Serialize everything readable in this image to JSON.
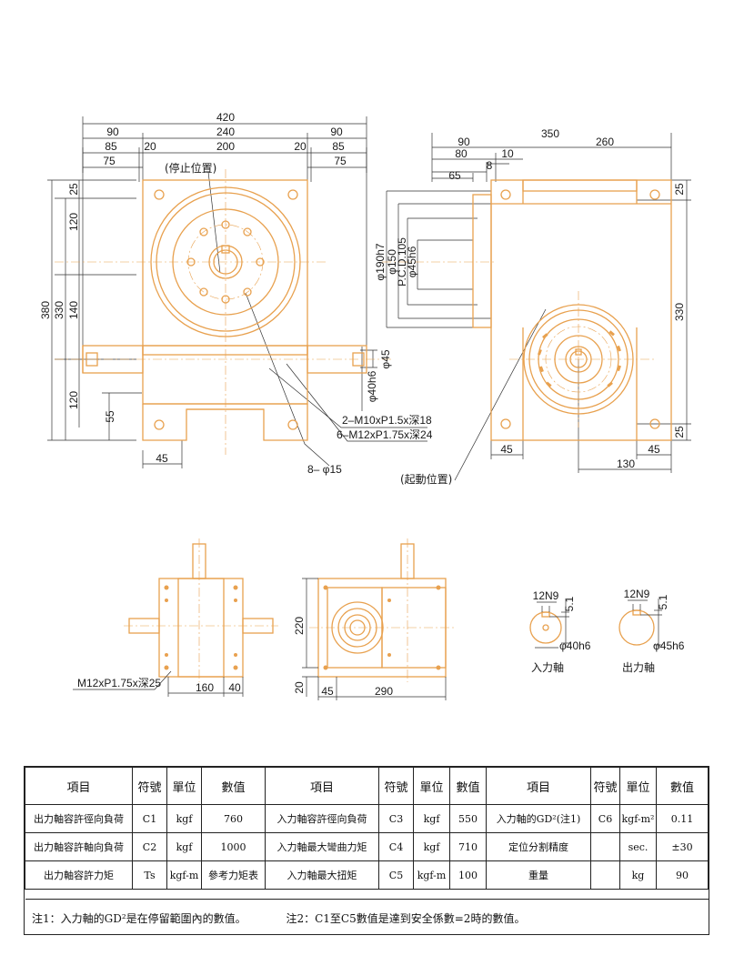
{
  "colors": {
    "drawing": "#e8a14f",
    "text": "#1a1a1a",
    "rule": "#222222"
  },
  "front_view": {
    "dims_top": [
      "420",
      "90",
      "240",
      "90",
      "85",
      "20",
      "200",
      "20",
      "85",
      "75",
      "75"
    ],
    "dims_left": [
      "25",
      "120",
      "380",
      "330",
      "140",
      "120",
      "55"
    ],
    "dims_bottom": [
      "45"
    ],
    "stop_position": "(停止位置)",
    "shaft_dims": [
      "φ45",
      "φ40h6"
    ],
    "callouts": [
      "2–M10xP1.5x深18",
      "6–M12xP1.75x深24",
      "8– φ15"
    ]
  },
  "side_view": {
    "dims_top": [
      "350",
      "90",
      "260",
      "80",
      "10",
      "65",
      "8"
    ],
    "dims_vertical": [
      "φ190h7",
      "φ150",
      "P.C.D.105",
      "φ45h6"
    ],
    "dims_right": [
      "25",
      "330",
      "25"
    ],
    "dims_bottom": [
      "45",
      "45",
      "130"
    ],
    "start_position": "(起動位置)"
  },
  "small_views": {
    "left": {
      "thread": "M12xP1.75x深25",
      "dims": [
        "160",
        "40"
      ]
    },
    "middle": {
      "dims": [
        "220",
        "20",
        "45",
        "290"
      ]
    }
  },
  "shafts": [
    {
      "key": "12N9",
      "dep": "5.1",
      "dia": "φ40h6",
      "label": "入力軸"
    },
    {
      "key": "12N9",
      "dep": "5.1",
      "dia": "φ45h6",
      "label": "出力軸"
    }
  ],
  "spec_table": {
    "headers": [
      "項目",
      "符號",
      "單位",
      "數值",
      "項目",
      "符號",
      "單位",
      "數值",
      "項目",
      "符號",
      "單位",
      "數值"
    ],
    "rows": [
      [
        "出力軸容許徑向負荷",
        "C1",
        "kgf",
        "760",
        "入力軸容許徑向負荷",
        "C3",
        "kgf",
        "550",
        "入力軸的GD²(注1)",
        "C6",
        "kgf-m²",
        "0.11"
      ],
      [
        "出力軸容許軸向負荷",
        "C2",
        "kgf",
        "1000",
        "入力軸最大彎曲力矩",
        "C4",
        "kgf",
        "710",
        "定位分割精度",
        "",
        "sec.",
        "±30"
      ],
      [
        "出力軸容許力矩",
        "Ts",
        "kgf-m",
        "參考力矩表",
        "入力軸最大扭矩",
        "C5",
        "kgf-m",
        "100",
        "重量",
        "",
        "kg",
        "90"
      ]
    ],
    "note1": "注1：入力軸的GD²是在停留範圍內的數值。",
    "note2": "注2：C1至C5數值是達到安全係數=2時的數值。"
  }
}
